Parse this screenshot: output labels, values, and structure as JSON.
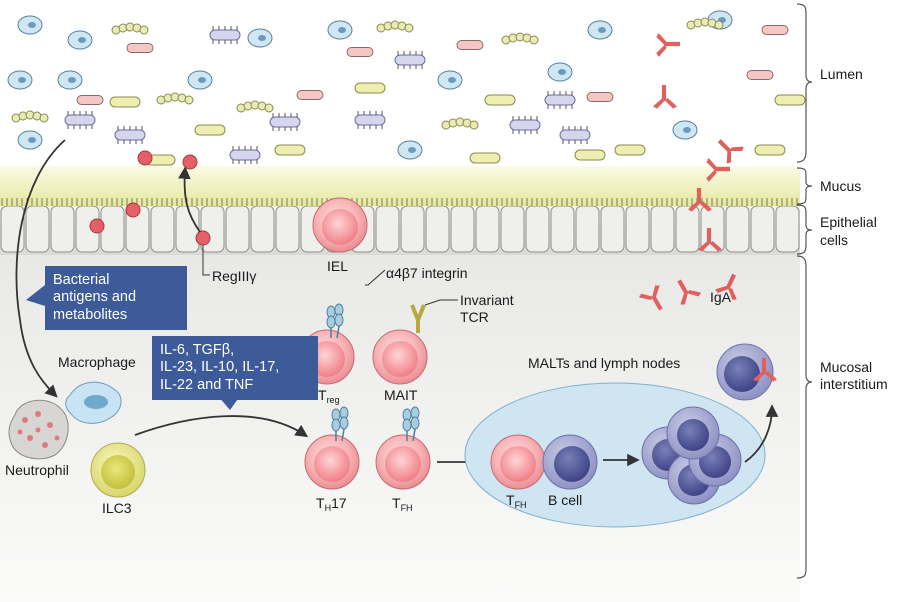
{
  "regions": {
    "lumen": "Lumen",
    "mucus": "Mucus",
    "epithelial": [
      "Epithelial",
      "cells"
    ],
    "interstitium": [
      "Mucosal",
      "interstitium"
    ]
  },
  "callouts": {
    "bacterial": [
      "Bacterial",
      "antigens and",
      "metabolites"
    ],
    "cytokines": [
      "IL-6, TGFβ,",
      "IL-23, IL-10, IL-17,",
      "IL-22 and TNF"
    ]
  },
  "labels": {
    "reg3g": "RegIIIγ",
    "iel": "IEL",
    "integrin": "α4β7 integrin",
    "invariant_tcr": [
      "Invariant",
      "TCR"
    ],
    "iga": "IgA",
    "macrophage": "Macrophage",
    "neutrophil": "Neutrophil",
    "ilc3": "ILC3",
    "treg": {
      "main": "T",
      "sub": "reg"
    },
    "mait": "MAIT",
    "th17": {
      "main": "T",
      "sub": "H",
      "suffix": "17"
    },
    "tfh": {
      "main": "T",
      "sub": "FH"
    },
    "malts": "MALTs and lymph nodes",
    "tfh_inner": {
      "main": "T",
      "sub": "FH"
    },
    "bcell": "B cell"
  },
  "colors": {
    "cell_pink": "#f4a9ad",
    "b_cell_purple": "#5a61a0",
    "callout_blue": "#3d5a99",
    "mucus_yellow": "#eef0b4",
    "malt_bg": "#cfe5f2",
    "iga_red": "#e05555"
  }
}
